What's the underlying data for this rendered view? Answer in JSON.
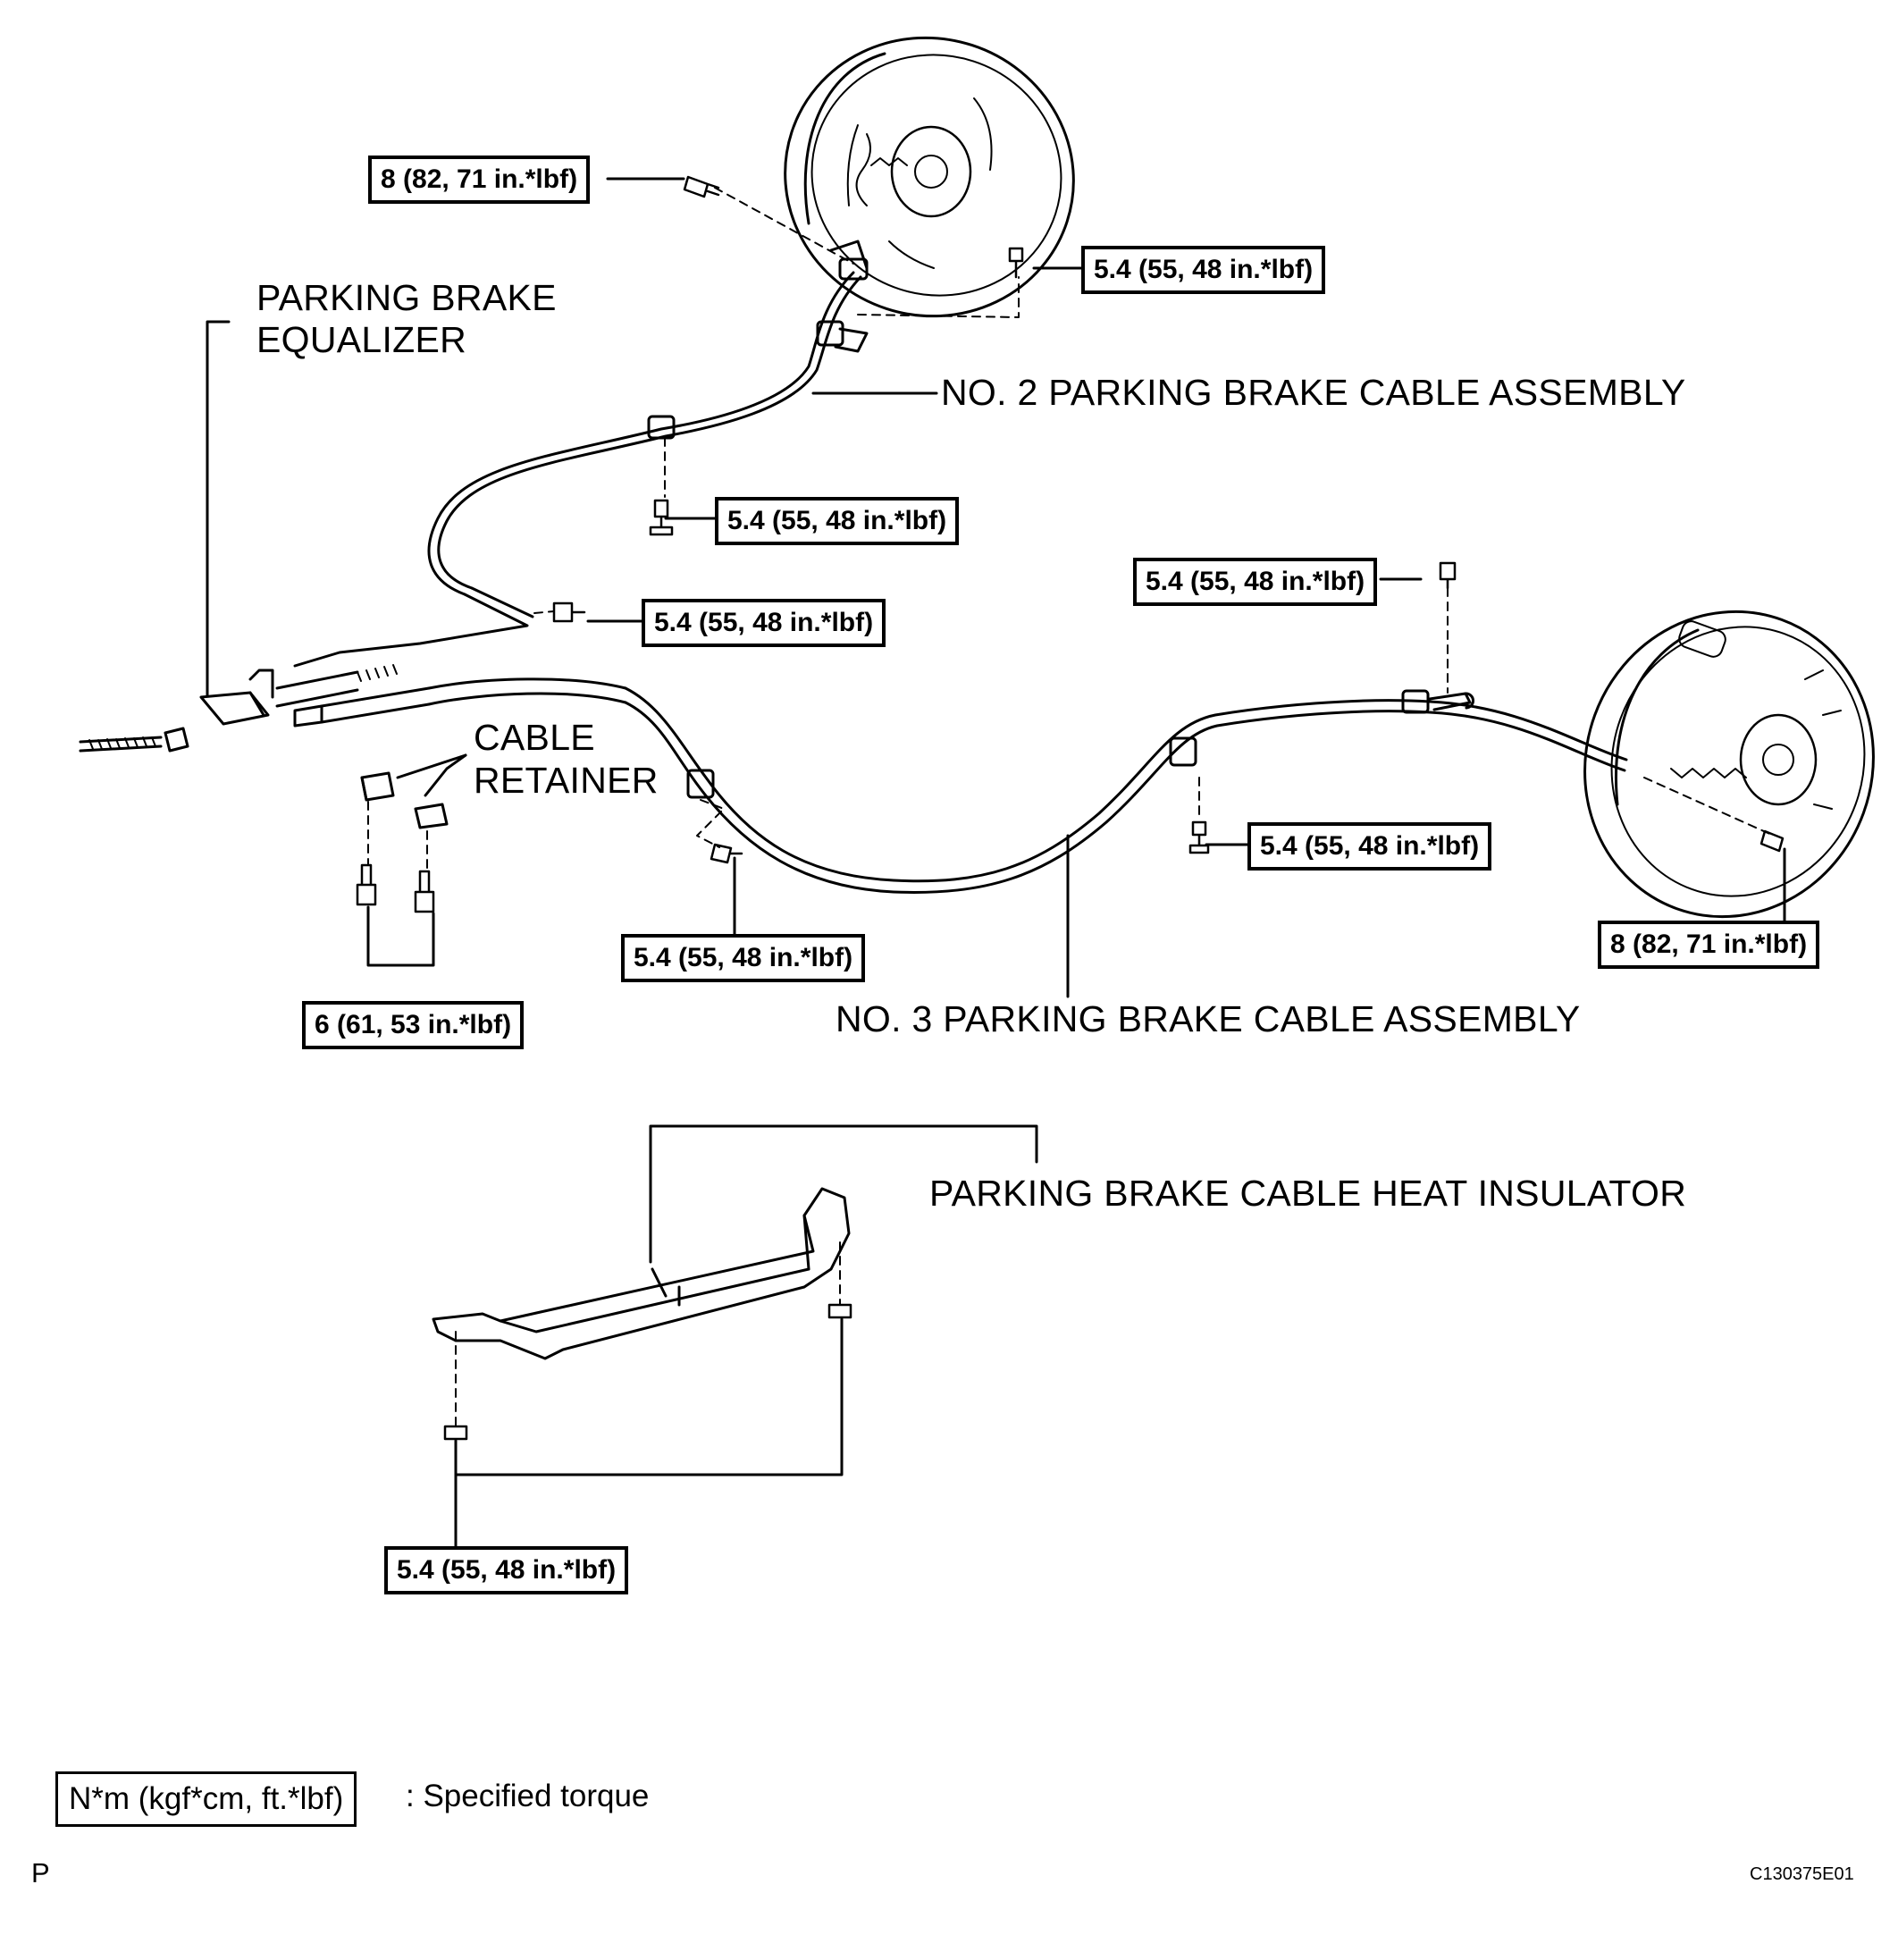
{
  "labels": {
    "equalizer": [
      "PARKING BRAKE",
      "EQUALIZER"
    ],
    "no2_cable": "NO. 2 PARKING BRAKE CABLE ASSEMBLY",
    "cable_retainer": [
      "CABLE",
      "RETAINER"
    ],
    "no3_cable": "NO. 3 PARKING BRAKE CABLE ASSEMBLY",
    "heat_insulator": "PARKING BRAKE CABLE HEAT INSULATOR"
  },
  "torques": {
    "t8_left": "8 (82, 71 in.*lbf)",
    "t54_backing_upper": "5.4 (55, 48 in.*lbf)",
    "t54_no2_clamp": "5.4 (55, 48 in.*lbf)",
    "t54_no2_bracket": "5.4 (55, 48 in.*lbf)",
    "t54_no3_right_upper": "5.4 (55, 48 in.*lbf)",
    "t54_no3_mid": "5.4 (55, 48 in.*lbf)",
    "t8_right": "8 (82, 71 in.*lbf)",
    "t54_no3_left": "5.4 (55, 48 in.*lbf)",
    "t6_retainer": "6 (61, 53 in.*lbf)",
    "t54_insulator": "5.4 (55, 48 in.*lbf)"
  },
  "legend": {
    "unit": "N*m (kgf*cm, ft.*lbf)",
    "text": ": Specified torque"
  },
  "footer": {
    "page_letter": "P",
    "figure_code": "C130375E01"
  }
}
